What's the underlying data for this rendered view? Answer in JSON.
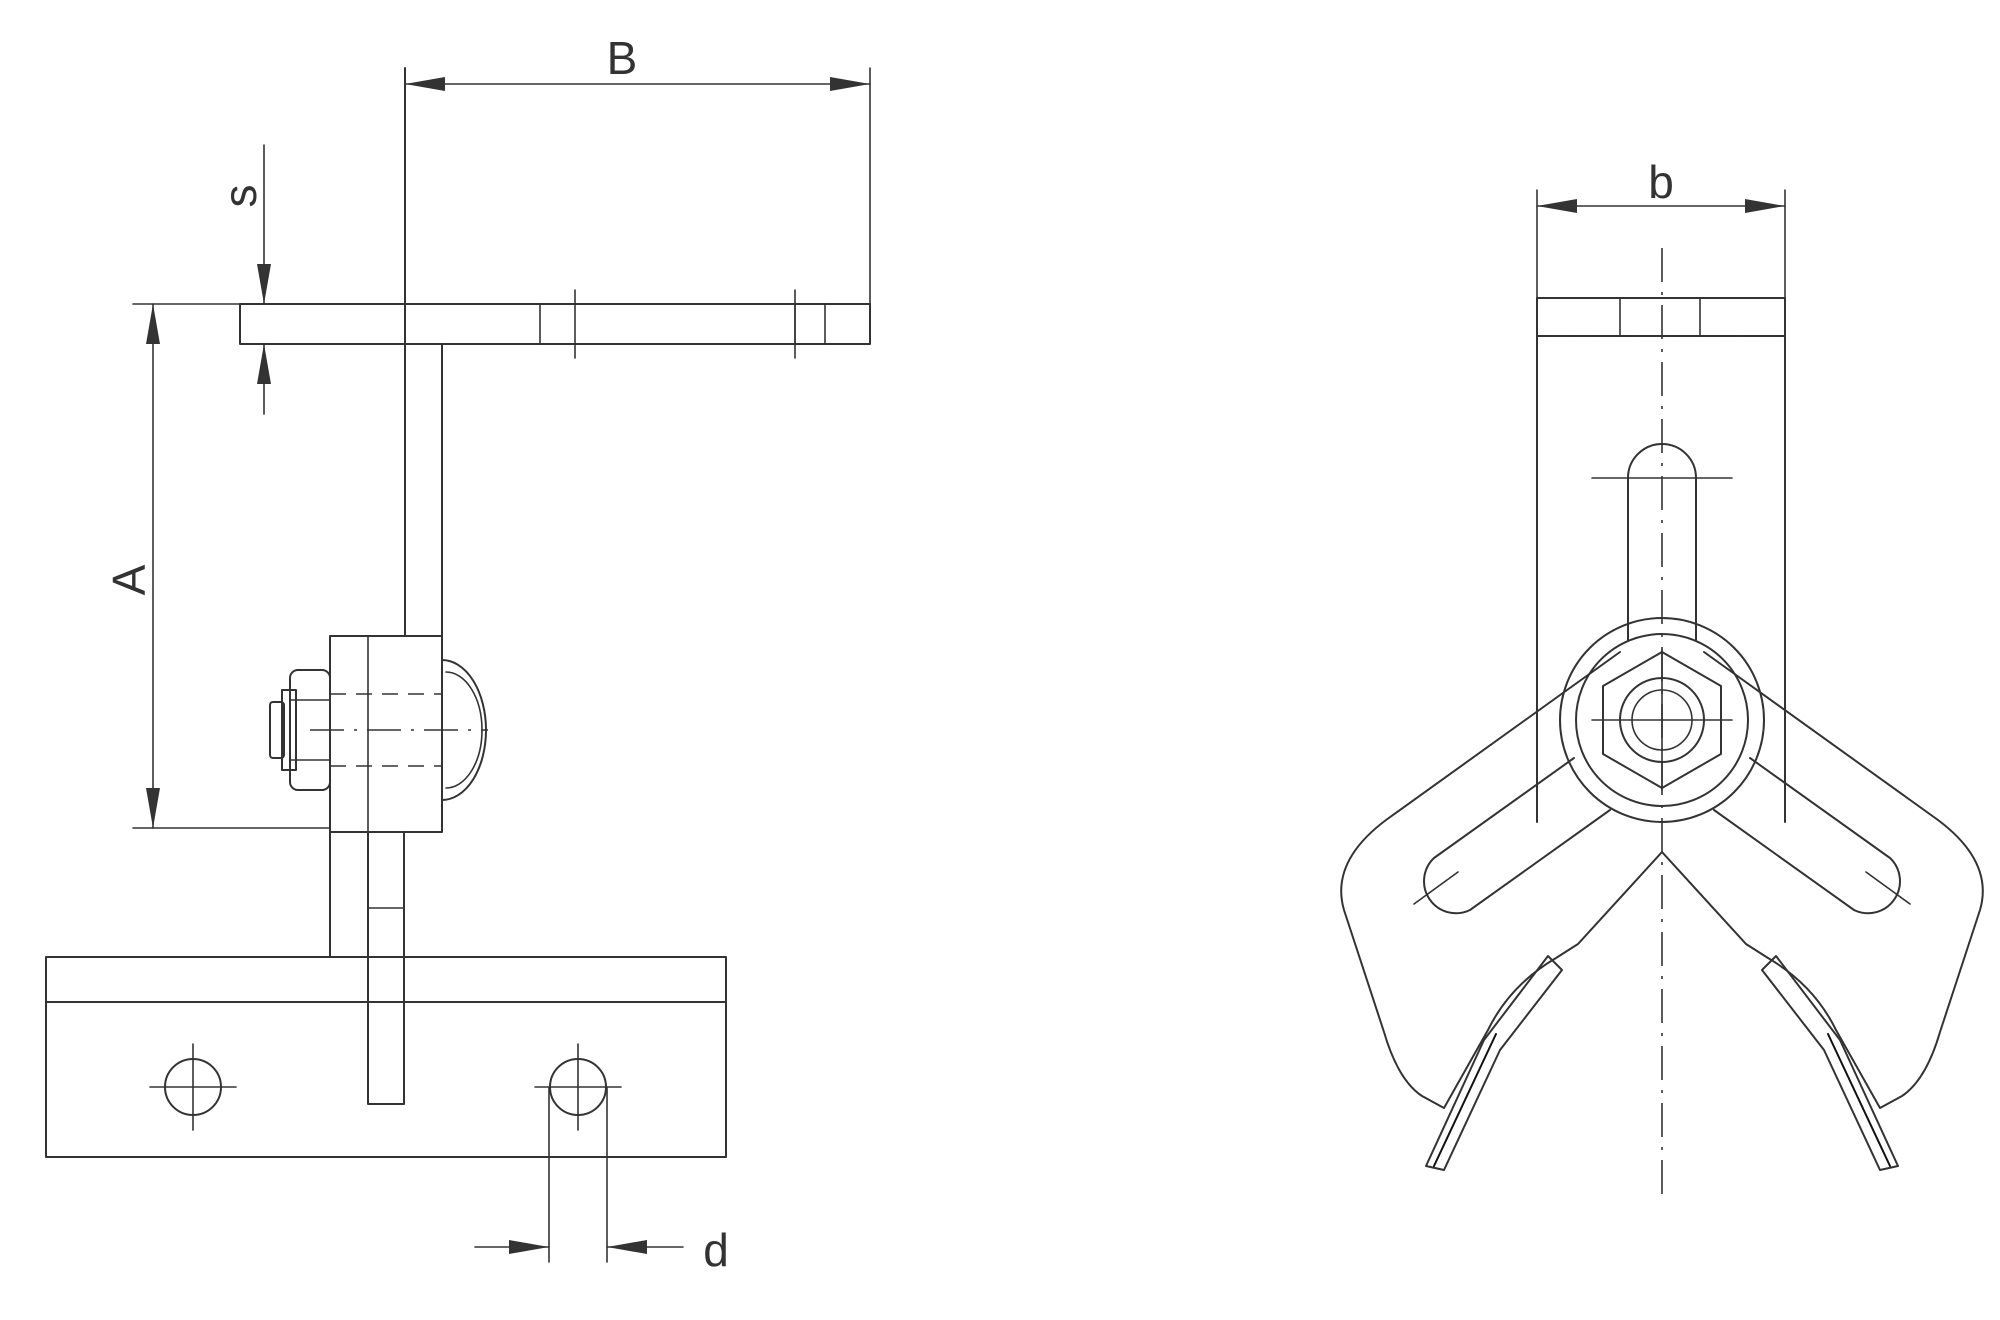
{
  "dimensions": {
    "A": "A",
    "B": "B",
    "s": "s",
    "d": "d",
    "b": "b"
  },
  "colors": {
    "line": "#333333",
    "background": "#ffffff",
    "pad": "#111111"
  }
}
